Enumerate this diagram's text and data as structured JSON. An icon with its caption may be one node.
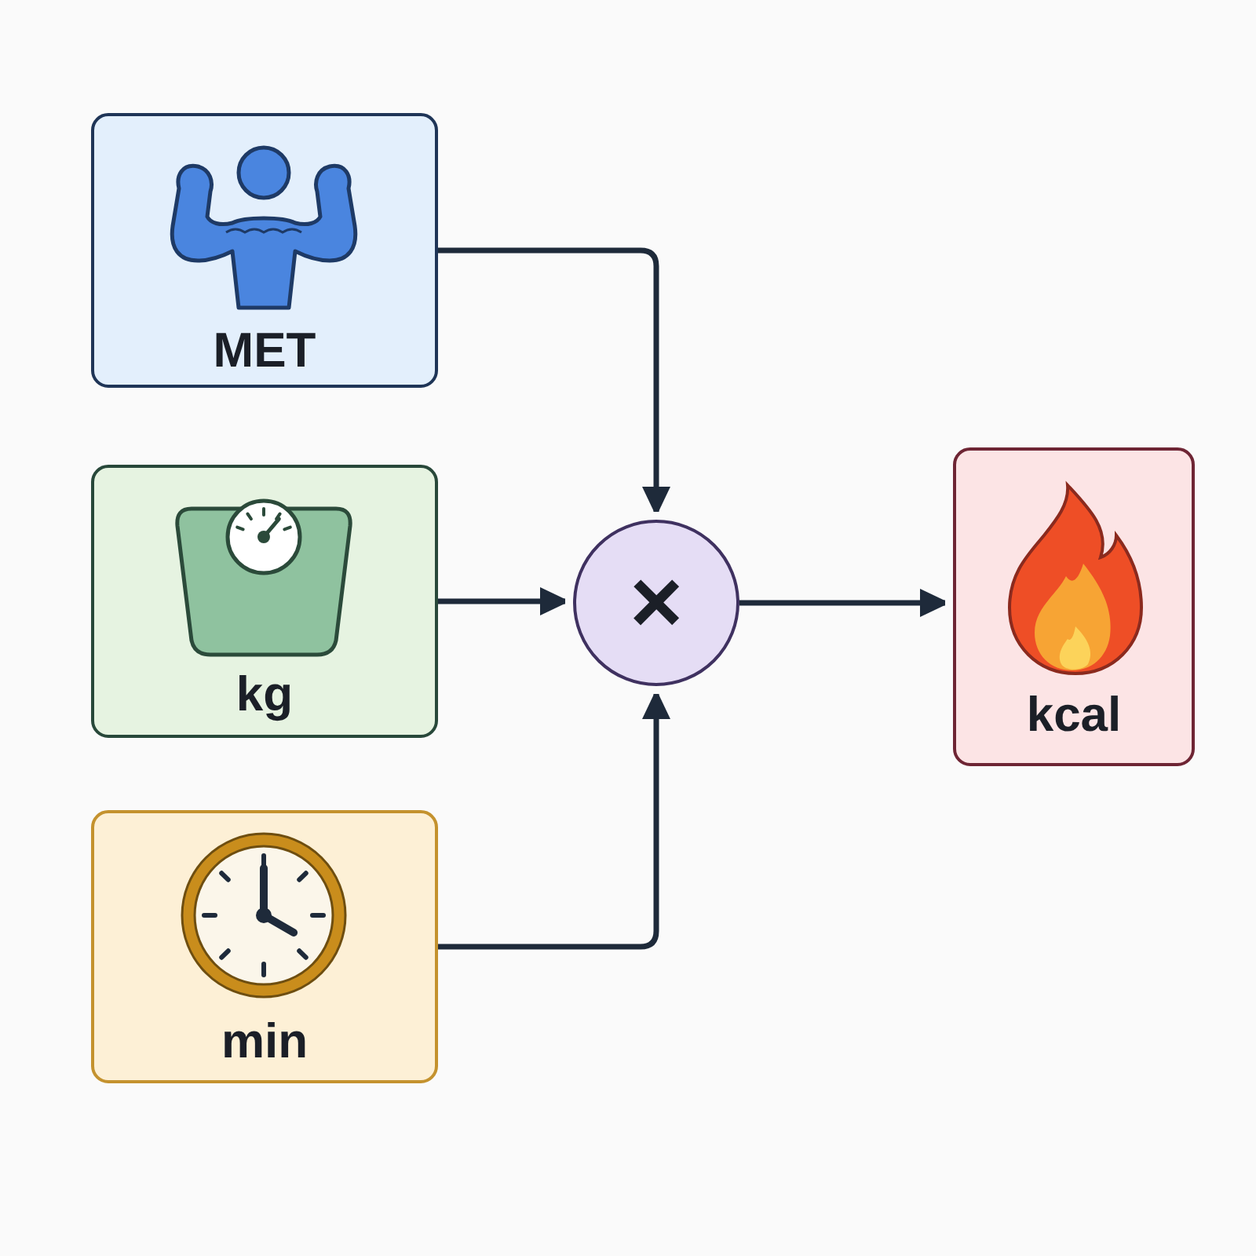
{
  "diagram": {
    "nodes": [
      {
        "text": [
          "MET"
        ]
      },
      {
        "text": [
          "kg"
        ]
      },
      {
        "text": [
          "min"
        ]
      },
      {
        "text": [
          "×"
        ]
      },
      {
        "text": [
          "kcal"
        ]
      }
    ],
    "edges": [
      {
        "from": 0,
        "to": 3,
        "arrow": "to"
      },
      {
        "from": 1,
        "to": 3,
        "arrow": "to"
      },
      {
        "from": 2,
        "to": 3,
        "arrow": "to"
      },
      {
        "from": 3,
        "to": 4,
        "arrow": "to"
      }
    ]
  }
}
